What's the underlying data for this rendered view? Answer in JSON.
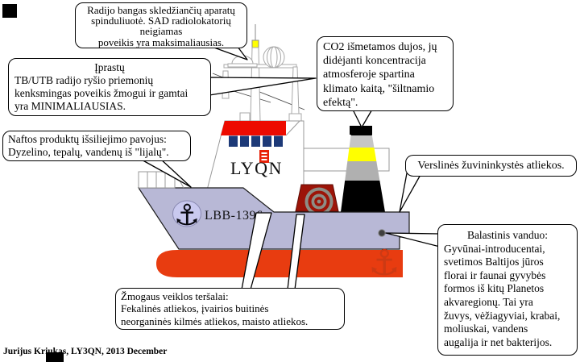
{
  "callouts": {
    "radio_waves": {
      "lines": [
        "Radijo bangas skledžiančių aparatų",
        "spinduliuotė. SAD radiolokatorių",
        "neigiamas",
        "poveikis yra maksimaliausias."
      ]
    },
    "vhf": {
      "lines": [
        "Įprastų",
        "TB/UTB radijo ryšio priemonių",
        "kenksmingas poveikis žmogui ir gamtai",
        "yra MINIMALIAUSIAS."
      ]
    },
    "oil": {
      "lines": [
        "Naftos produktų išsiliejimo pavojus:",
        "Dyzelino, tepalų, vandenų iš \"lijalų\"."
      ]
    },
    "co2": {
      "lines": [
        "CO2 išmetamos dujos, jų",
        "didėjanti koncentracija",
        "atmosferoje spartina",
        "klimato kaitą, \"šiltnamio",
        "efektą\"."
      ]
    },
    "fishing": {
      "text": "Verslinės žuvininkystės atliekos."
    },
    "ballast": {
      "lines": [
        "Balastinis vanduo:",
        "Gyvūnai-introducentai,",
        "svetimos Baltijos jūros",
        "florai ir faunai gyvybės",
        "formos iš kitų Planetos",
        "akvaregionų. Tai yra",
        "žuvys, vėžiagyviai, krabai,",
        "moliuskai, vandens",
        "augalija ir net bakterijos."
      ]
    },
    "human": {
      "lines": [
        "Žmogaus veiklos teršalai:",
        "Fekalinės atliekos, įvairios buitinės",
        "neorganinės kilmės atliekos, maisto atliekos."
      ]
    }
  },
  "ship": {
    "call_sign": "LYQN",
    "registration": "LBB-1396"
  },
  "icons": {
    "anchor": "⚓"
  },
  "colors": {
    "hull": "#b8b8d6",
    "waterline": "#e83c10",
    "bridge_red": "#ed0b00",
    "window_blue": "#1d3a78",
    "funnel_yellow": "#ffff00",
    "funnel_gray": "#b0b0b0",
    "winch_red": "#9c1408",
    "winch_gray": "#8d8d85",
    "stern_anchor_red": "#cc3a14"
  },
  "credit": "Jurijus Kriukas, LY3QN, 2013 December"
}
